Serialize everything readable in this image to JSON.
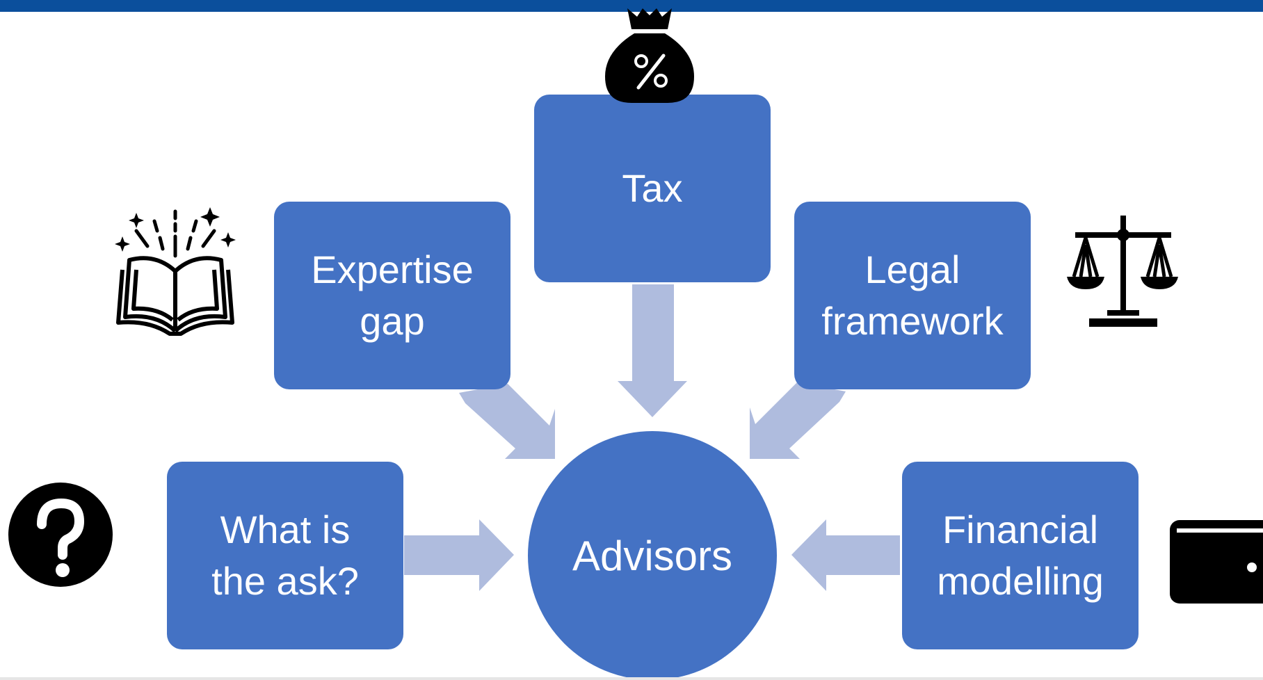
{
  "diagram": {
    "center": {
      "label": "Advisors"
    },
    "nodes": {
      "tax": {
        "label": "Tax"
      },
      "expertise_gap": {
        "label": "Expertise\ngap"
      },
      "legal_framework": {
        "label": "Legal\nframework"
      },
      "what_is_the_ask": {
        "label": "What is\nthe ask?"
      },
      "financial_modelling": {
        "label": "Financial\nmodelling"
      }
    },
    "icons": {
      "tax": "money-bag-percent-icon",
      "expertise_gap": "open-book-icon",
      "legal_framework": "scales-of-justice-icon",
      "what_is_the_ask": "question-mark-icon",
      "financial_modelling": "wallet-icon"
    }
  },
  "colors": {
    "header_bar": "#0b4f9c",
    "box_fill": "#4472c4",
    "arrow_fill": "#afbcde",
    "text": "#ffffff",
    "icon": "#000000"
  }
}
